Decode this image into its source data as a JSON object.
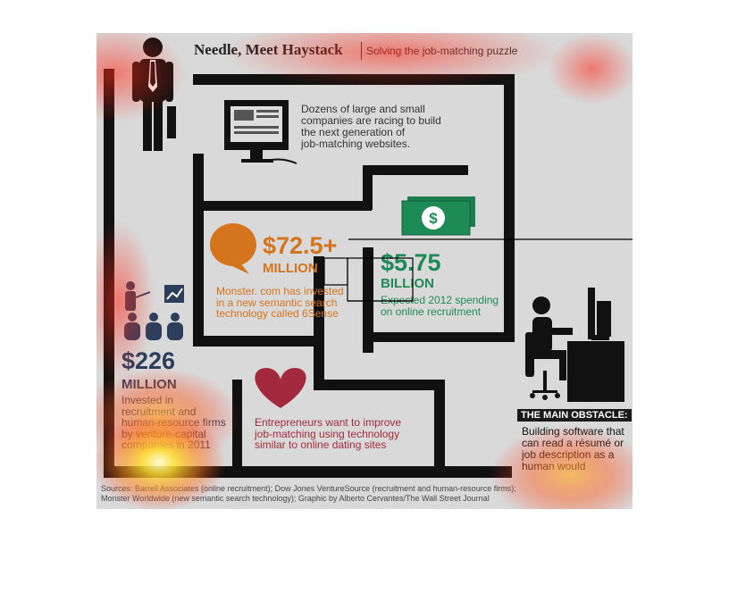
{
  "title": {
    "main": "Needle, Meet Haystack",
    "subtitle": "Solving the job-matching puzzle"
  },
  "panels": {
    "intro": {
      "text_lines": [
        "Dozens of large and small",
        "companies are racing to build",
        "the next generation of",
        "job-matching websites."
      ],
      "icon": "computer-monitor-icon"
    },
    "monster": {
      "amount": "$72.5+",
      "unit": "MILLION",
      "text_lines": [
        "Monster. com has invested",
        "in a new semantic search",
        "technology called 6Sense"
      ],
      "icon": "speech-bubble-icon",
      "color": "#d4741c"
    },
    "spending": {
      "amount": "$5.75",
      "unit": "BILLION",
      "text_lines": [
        "Expected 2012 spending",
        "on online recruitment"
      ],
      "icon": "dollar-bill-icon",
      "color": "#1e8a55"
    },
    "vc": {
      "amount": "$226",
      "unit": "MILLION",
      "text_lines": [
        "Invested in",
        "recruitment and",
        "human-resource firms",
        "by venture-capital",
        "companies in 2011"
      ],
      "icon": "people-presentation-icon",
      "color": "#2d3e5c"
    },
    "dating": {
      "text_lines": [
        "Entrepreneurs want to improve",
        "job-matching using technology",
        "similar to online dating sites"
      ],
      "icon": "heart-icon",
      "color": "#a32a3e"
    },
    "obstacle": {
      "badge": "THE MAIN OBSTACLE:",
      "text_lines": [
        "Building software that",
        "can read a résumé or",
        "job description as a",
        "human would"
      ],
      "icon": "person-at-computer-icon"
    }
  },
  "businessman_icon": "businessman-icon",
  "sources": {
    "line1": "Sources: Barrell Associates (online recruitment); Dow Jones VentureSource (recruitment and human-resource firms);",
    "line2": "Monster Worldwide (new semantic search technology); Graphic by Alberto Cervantes/The Wall Street Journal"
  },
  "colors": {
    "maze": "#111111",
    "background": "#d9d9d9",
    "heat_red": "#ff2a1a",
    "heat_yellow": "#ffe030"
  }
}
